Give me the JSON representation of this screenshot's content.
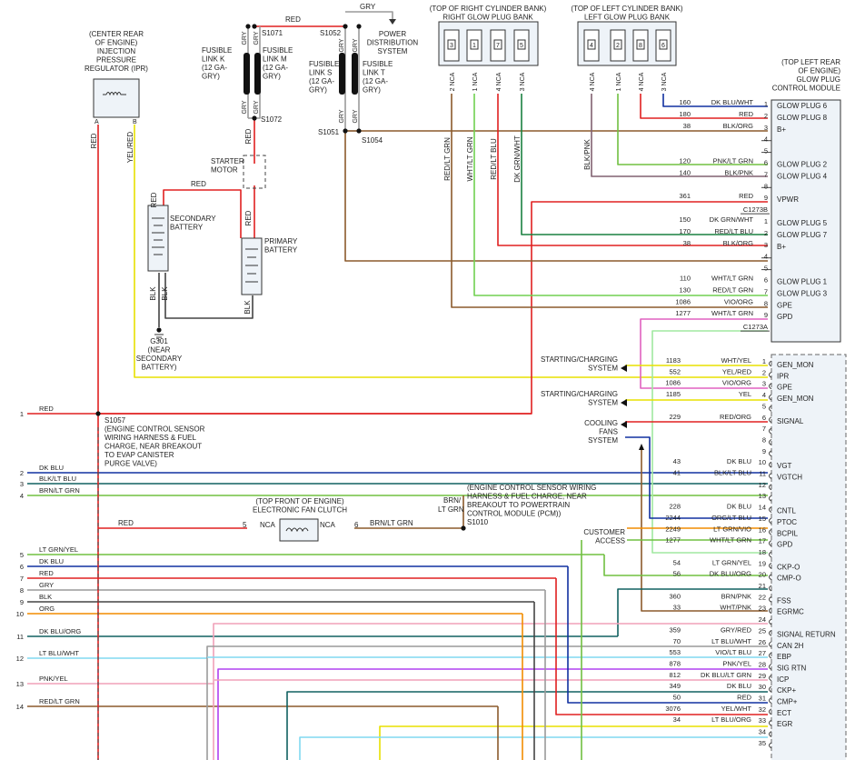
{
  "colors": {
    "RED": "#e02020",
    "BLK": "#444444",
    "GRY": "#9a9a9a",
    "BRN": "#8b5a2b",
    "YEL": "#e8e000",
    "ORG": "#f28c00",
    "DKBLU": "#1030a0",
    "DKGRN": "#1a8040",
    "LTGRN": "#70d050",
    "PNK": "#f0a0b8",
    "VIO": "#b040f0",
    "WHT": "#c8c8c8",
    "LTBLU": "#80d8f0",
    "BRNPNK": "#b07a60",
    "DKBLUGRN": "#106060",
    "VIOORG": "#e060c0",
    "GRNYEL": "#70c040",
    "WHTGRN": "#a0e8a0",
    "BLKPNK": "#806070"
  },
  "components": {
    "ipr": [
      "(CENTER REAR",
      "OF ENGINE)",
      "INJECTION",
      "PRESSURE",
      "REGULATOR (IPR)"
    ],
    "fusible_k": [
      "FUSIBLE",
      "LINK K",
      "(12 GA-",
      "GRY)"
    ],
    "fusible_m": [
      "FUSIBLE",
      "LINK M",
      "(12 GA-",
      "GRY)"
    ],
    "fusible_s": [
      "FUSIBLE",
      "LINK S",
      "(12 GA-",
      "GRY)"
    ],
    "fusible_t": [
      "FUSIBLE",
      "LINK T",
      "(12 GA-",
      "GRY)"
    ],
    "power_dist": [
      "POWER",
      "DISTRIBUTION",
      "SYSTEM"
    ],
    "right_bank": [
      "(TOP OF RIGHT CYLINDER BANK)",
      "RIGHT GLOW PLUG BANK"
    ],
    "left_bank": [
      "(TOP OF LEFT CYLINDER BANK)",
      "LEFT GLOW PLUG BANK"
    ],
    "gpcm": [
      "(TOP LEFT REAR",
      "OF ENGINE)",
      "GLOW PLUG",
      "CONTROL MODULE"
    ],
    "starter": [
      "STARTER",
      "MOTOR"
    ],
    "secondary_battery": [
      "SECONDARY",
      "BATTERY"
    ],
    "primary_battery": [
      "PRIMARY",
      "BATTERY"
    ],
    "ground": [
      "G301",
      "(NEAR",
      "SECONDARY",
      "BATTERY)"
    ],
    "s1057": [
      "S1057",
      "(ENGINE CONTROL SENSOR",
      "WIRING HARNESS & FUEL",
      "CHARGE, NEAR BREAKOUT",
      "TO EVAP CANISTER",
      "PURGE VALVE)"
    ],
    "fan_clutch": [
      "(TOP FRONT OF ENGINE)",
      "ELECTRONIC FAN CLUTCH"
    ],
    "s1010": [
      "(ENGINE CONTROL SENSOR WIRING",
      "HARNESS & FUEL CHARGE, NEAR",
      "BREAKOUT TO POWERTRAIN",
      "CONTROL MODULE (PCM))",
      "S1010"
    ],
    "starting_charging": [
      "STARTING/CHARGING",
      "SYSTEM"
    ],
    "cooling_fans": [
      "COOLING",
      "FANS",
      "SYSTEM"
    ],
    "customer_access": [
      "CUSTOMER",
      "ACCESS"
    ]
  },
  "splices": {
    "s1071": "S1071",
    "s1052": "S1052",
    "s1072": "S1072",
    "s1051": "S1051",
    "s1054": "S1054",
    "ipr_a": "A",
    "ipr_b": "B"
  },
  "wire_labels": {
    "red_top": "RED",
    "gry_top": "GRY",
    "red_link": "RED",
    "red_batt": "RED",
    "red_prim": "RED",
    "blk_sec": "BLK",
    "blk_sec2": "BLK",
    "blk_prim": "BLK",
    "red_ipr": "RED",
    "yelred_ipr": "YEL/RED",
    "gry_k1": "GRY",
    "gry_m1": "GRY",
    "gry_k2": "GRY",
    "gry_m2": "GRY",
    "gry_s1": "GRY",
    "gry_t1": "GRY",
    "gry_s2": "GRY",
    "gry_t2": "GRY",
    "rb_redltgrn": "RED/LT GRN",
    "rb_whtltgrn": "WHT/LT GRN",
    "rb_redltblu": "RED/LT BLU",
    "rb_dkgrnwht": "DK GRN/WHT",
    "lb_blkpnk": "BLK/PNK",
    "fan_red": "RED",
    "fan_brnltgrn": "BRN/LT GRN",
    "fan_brn": "BRN/",
    "fan_ltgrn": "LT GRN",
    "fan_nca1": "NCA",
    "fan_nca2": "NCA",
    "fan_p5": "5",
    "fan_p6": "6"
  },
  "right_bank_pins": [
    "2 NCA",
    "1 NCA",
    "4 NCA",
    "3 NCA"
  ],
  "left_bank_pins": [
    "4 NCA",
    "1 NCA",
    "4 NCA",
    "3 NCA"
  ],
  "right_plug_nums": [
    "3",
    "1",
    "7",
    "5"
  ],
  "left_plug_nums": [
    "4",
    "2",
    "8",
    "6"
  ],
  "gpcm_pins": [
    {
      "circ": "160",
      "color": "DK BLU/WHT",
      "pin": "1",
      "func": "GLOW PLUG 6"
    },
    {
      "circ": "180",
      "color": "RED",
      "pin": "2",
      "func": "GLOW PLUG 8"
    },
    {
      "circ": "38",
      "color": "BLK/ORG",
      "pin": "3",
      "func": "B+"
    },
    {
      "circ": "",
      "color": "",
      "pin": "4",
      "func": ""
    },
    {
      "circ": "",
      "color": "",
      "pin": "5",
      "func": ""
    },
    {
      "circ": "120",
      "color": "PNK/LT GRN",
      "pin": "6",
      "func": "GLOW PLUG 2"
    },
    {
      "circ": "140",
      "color": "BLK/PNK",
      "pin": "7",
      "func": "GLOW PLUG 4"
    },
    {
      "circ": "",
      "color": "",
      "pin": "8",
      "func": ""
    },
    {
      "circ": "361",
      "color": "RED",
      "pin": "9",
      "func": "VPWR"
    },
    {
      "circ": "",
      "color": "",
      "pin": "",
      "func": "C1273B"
    },
    {
      "circ": "150",
      "color": "DK GRN/WHT",
      "pin": "1",
      "func": "GLOW PLUG 5"
    },
    {
      "circ": "170",
      "color": "RED/LT BLU",
      "pin": "2",
      "func": "GLOW PLUG 7"
    },
    {
      "circ": "38",
      "color": "BLK/ORG",
      "pin": "3",
      "func": "B+"
    },
    {
      "circ": "",
      "color": "",
      "pin": "4",
      "func": ""
    },
    {
      "circ": "",
      "color": "",
      "pin": "5",
      "func": ""
    },
    {
      "circ": "110",
      "color": "WHT/LT GRN",
      "pin": "6",
      "func": "GLOW PLUG 1"
    },
    {
      "circ": "130",
      "color": "RED/LT GRN",
      "pin": "7",
      "func": "GLOW PLUG 3"
    },
    {
      "circ": "1086",
      "color": "VIO/ORG",
      "pin": "8",
      "func": "GPE"
    },
    {
      "circ": "1277",
      "color": "WHT/LT GRN",
      "pin": "9",
      "func": "GPD"
    },
    {
      "circ": "",
      "color": "",
      "pin": "",
      "func": "C1273A"
    }
  ],
  "pcm_pins": [
    {
      "circ": "1183",
      "color": "WHT/YEL",
      "pin": "1",
      "func": "GEN_MON"
    },
    {
      "circ": "552",
      "color": "YEL/RED",
      "pin": "2",
      "func": "IPR"
    },
    {
      "circ": "1086",
      "color": "VIO/ORG",
      "pin": "3",
      "func": "GPE"
    },
    {
      "circ": "1185",
      "color": "YEL",
      "pin": "4",
      "func": "GEN_MON"
    },
    {
      "circ": "",
      "color": "",
      "pin": "5",
      "func": ""
    },
    {
      "circ": "229",
      "color": "RED/ORG",
      "pin": "6",
      "func": "SIGNAL"
    },
    {
      "circ": "",
      "color": "",
      "pin": "7",
      "func": ""
    },
    {
      "circ": "",
      "color": "",
      "pin": "8",
      "func": ""
    },
    {
      "circ": "",
      "color": "",
      "pin": "9",
      "func": ""
    },
    {
      "circ": "43",
      "color": "DK BLU",
      "pin": "10",
      "func": "VGT"
    },
    {
      "circ": "41",
      "color": "BLK/LT BLU",
      "pin": "11",
      "func": "VGTCH"
    },
    {
      "circ": "",
      "color": "",
      "pin": "12",
      "func": ""
    },
    {
      "circ": "",
      "color": "",
      "pin": "13",
      "func": ""
    },
    {
      "circ": "228",
      "color": "DK BLU",
      "pin": "14",
      "func": "CNTL"
    },
    {
      "circ": "2244",
      "color": "ORG/LT BLU",
      "pin": "15",
      "func": "PTOC"
    },
    {
      "circ": "2249",
      "color": "LT GRN/VIO",
      "pin": "16",
      "func": "BCPIL"
    },
    {
      "circ": "1277",
      "color": "WHT/LT GRN",
      "pin": "17",
      "func": "GPD"
    },
    {
      "circ": "",
      "color": "",
      "pin": "18",
      "func": ""
    },
    {
      "circ": "54",
      "color": "LT GRN/YEL",
      "pin": "19",
      "func": "CKP-O"
    },
    {
      "circ": "56",
      "color": "DK BLU/ORG",
      "pin": "20",
      "func": "CMP-O"
    },
    {
      "circ": "",
      "color": "",
      "pin": "21",
      "func": ""
    },
    {
      "circ": "360",
      "color": "BRN/PNK",
      "pin": "22",
      "func": "FSS"
    },
    {
      "circ": "33",
      "color": "WHT/PNK",
      "pin": "23",
      "func": "EGRMC"
    },
    {
      "circ": "",
      "color": "",
      "pin": "24",
      "func": ""
    },
    {
      "circ": "359",
      "color": "GRY/RED",
      "pin": "25",
      "func": "SIGNAL RETURN"
    },
    {
      "circ": "70",
      "color": "LT BLU/WHT",
      "pin": "26",
      "func": "CAN 2H"
    },
    {
      "circ": "553",
      "color": "VIO/LT BLU",
      "pin": "27",
      "func": "EBP"
    },
    {
      "circ": "878",
      "color": "PNK/YEL",
      "pin": "28",
      "func": "SIG RTN"
    },
    {
      "circ": "812",
      "color": "DK BLU/LT GRN",
      "pin": "29",
      "func": "ICP"
    },
    {
      "circ": "349",
      "color": "DK BLU",
      "pin": "30",
      "func": "CKP+"
    },
    {
      "circ": "50",
      "color": "RED",
      "pin": "31",
      "func": "CMP+"
    },
    {
      "circ": "3076",
      "color": "YEL/WHT",
      "pin": "32",
      "func": "ECT"
    },
    {
      "circ": "34",
      "color": "LT BLU/ORG",
      "pin": "33",
      "func": "EGR"
    },
    {
      "circ": "",
      "color": "",
      "pin": "34",
      "func": ""
    },
    {
      "circ": "",
      "color": "",
      "pin": "35",
      "func": ""
    }
  ],
  "left_wires": [
    {
      "num": "1",
      "label": "RED"
    },
    {
      "num": "2",
      "label": "DK BLU"
    },
    {
      "num": "3",
      "label": "BLK/LT BLU"
    },
    {
      "num": "4",
      "label": "BRN/LT GRN"
    },
    {
      "num": "5",
      "label": "LT GRN/YEL"
    },
    {
      "num": "6",
      "label": "DK BLU"
    },
    {
      "num": "7",
      "label": "RED"
    },
    {
      "num": "8",
      "label": "GRY"
    },
    {
      "num": "9",
      "label": "BLK"
    },
    {
      "num": "10",
      "label": "ORG"
    },
    {
      "num": "11",
      "label": "DK BLU/ORG"
    },
    {
      "num": "12",
      "label": "LT BLU/WHT"
    },
    {
      "num": "13",
      "label": "PNK/YEL"
    },
    {
      "num": "14",
      "label": "RED/LT GRN"
    }
  ]
}
